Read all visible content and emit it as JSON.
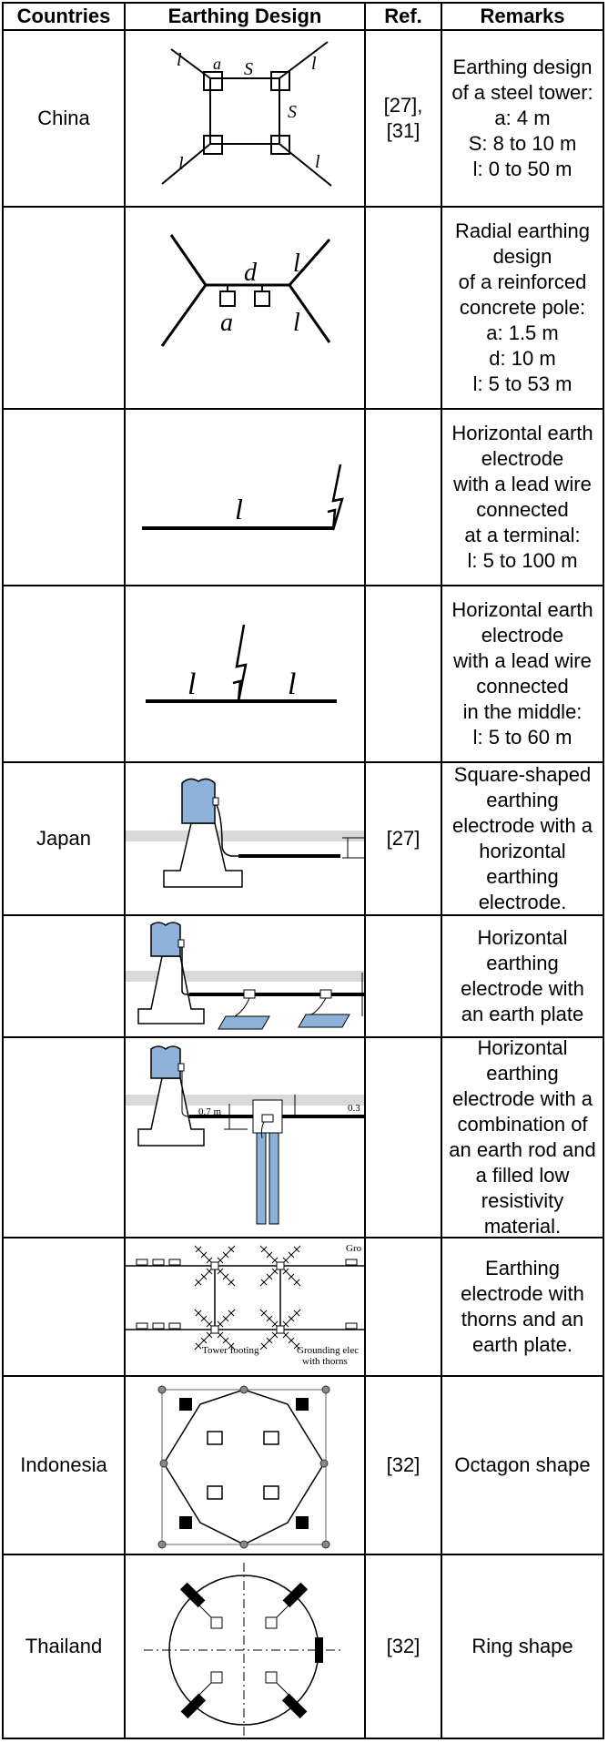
{
  "header": {
    "countries": "Countries",
    "design": "Earthing Design",
    "ref": "Ref.",
    "remarks": "Remarks"
  },
  "rows": [
    {
      "country": "China",
      "ref": "[27],\n[31]",
      "remark": "Earthing design\nof a steel tower:\na: 4 m\nS: 8 to 10 m\nl: 0 to 50 m"
    },
    {
      "country": "",
      "ref": "",
      "remark": "Radial earthing\ndesign\nof a reinforced\nconcrete pole:\na: 1.5 m\nd: 10 m\nl: 5 to 53 m"
    },
    {
      "country": "",
      "ref": "",
      "remark": "Horizontal earth\nelectrode\nwith a lead wire\nconnected\nat a terminal:\nl: 5 to 100 m"
    },
    {
      "country": "",
      "ref": "",
      "remark": "Horizontal earth\nelectrode\nwith a lead wire\nconnected\nin the middle:\nl: 5 to 60 m"
    },
    {
      "country": "Japan",
      "ref": "[27]",
      "remark": "Square-shaped\nearthing\nelectrode with a\nhorizontal\nearthing\nelectrode."
    },
    {
      "country": "",
      "ref": "",
      "remark": "Horizontal\nearthing\nelectrode with\nan earth plate"
    },
    {
      "country": "",
      "ref": "",
      "remark": "Horizontal\nearthing\nelectrode with a\ncombination of\nan earth rod and\na filled low\nresistivity\nmaterial."
    },
    {
      "country": "",
      "ref": "",
      "remark": "Earthing\nelectrode with\nthorns and an\nearth plate."
    },
    {
      "country": "Indonesia",
      "ref": "[32]",
      "remark": "Octagon shape"
    },
    {
      "country": "Thailand",
      "ref": "[32]",
      "remark": "Ring shape"
    }
  ],
  "figure_labels": {
    "china_tower": {
      "a": "a",
      "s_top": "S",
      "s_side": "S",
      "l": "l"
    },
    "china_pole": {
      "d": "d",
      "a": "a",
      "l": "l"
    },
    "china_terminal": {
      "l": "l"
    },
    "china_middle": {
      "l": "l"
    },
    "japan_rod": {
      "d1": "0.7 m",
      "d2": "0.3"
    },
    "japan_thorns": {
      "tower_footing": "Tower footing",
      "grounding_1": "Grounding elec",
      "grounding_2": "with thorns",
      "gro": "Gro"
    }
  },
  "colors": {
    "concrete_blue": "#8fb2d8",
    "ground_band": "#d9d9d9"
  }
}
